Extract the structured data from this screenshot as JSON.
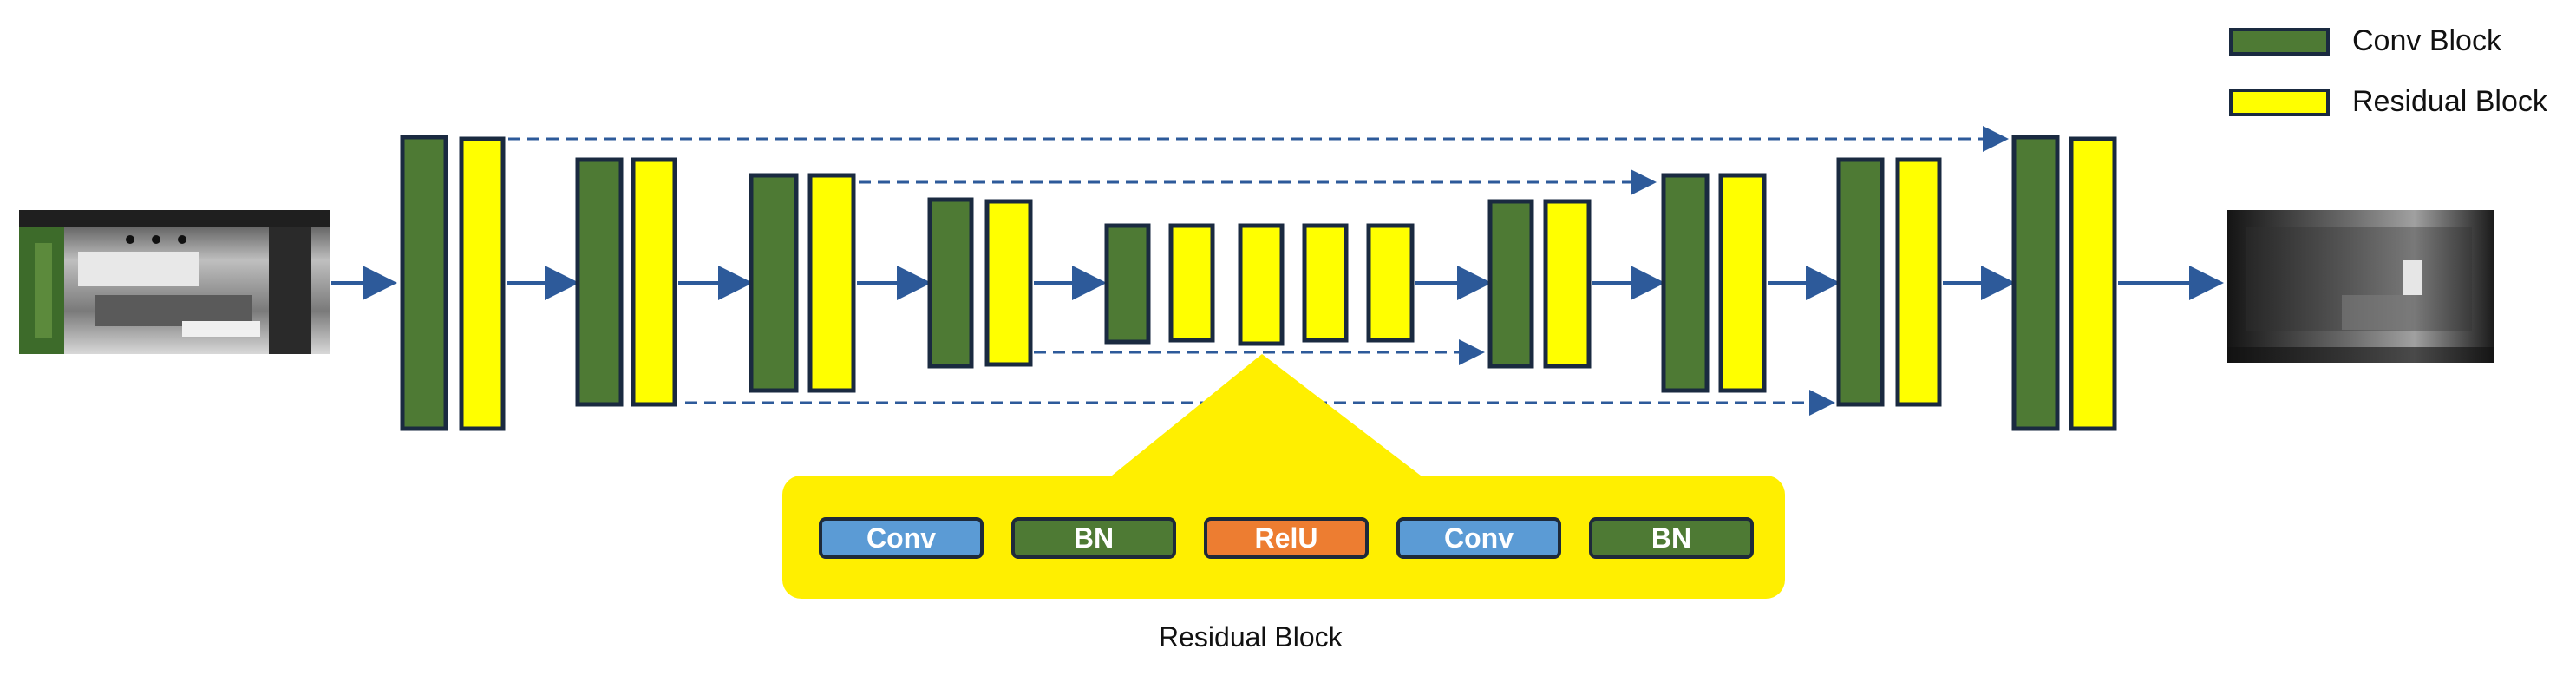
{
  "colors": {
    "conv_block": "#4e7a34",
    "residual_block": "#ffff00",
    "block_border": "#1a2a40",
    "arrow": "#2d5a9a",
    "callout": "#ffef00",
    "conv_op": "#5b9bd5",
    "bn_op": "#4e7a34",
    "relu_op": "#ed7d31"
  },
  "legend": {
    "conv_label": "Conv Block",
    "residual_label": "Residual Block"
  },
  "residual_block_detail": {
    "title": "Residual Block",
    "ops": [
      {
        "label": "Conv",
        "kind": "conv"
      },
      {
        "label": "BN",
        "kind": "bn"
      },
      {
        "label": "RelU",
        "kind": "relu"
      },
      {
        "label": "Conv",
        "kind": "conv"
      },
      {
        "label": "BN",
        "kind": "bn"
      }
    ]
  },
  "images": {
    "input": "input-room-photo",
    "output": "output-depth-map"
  }
}
